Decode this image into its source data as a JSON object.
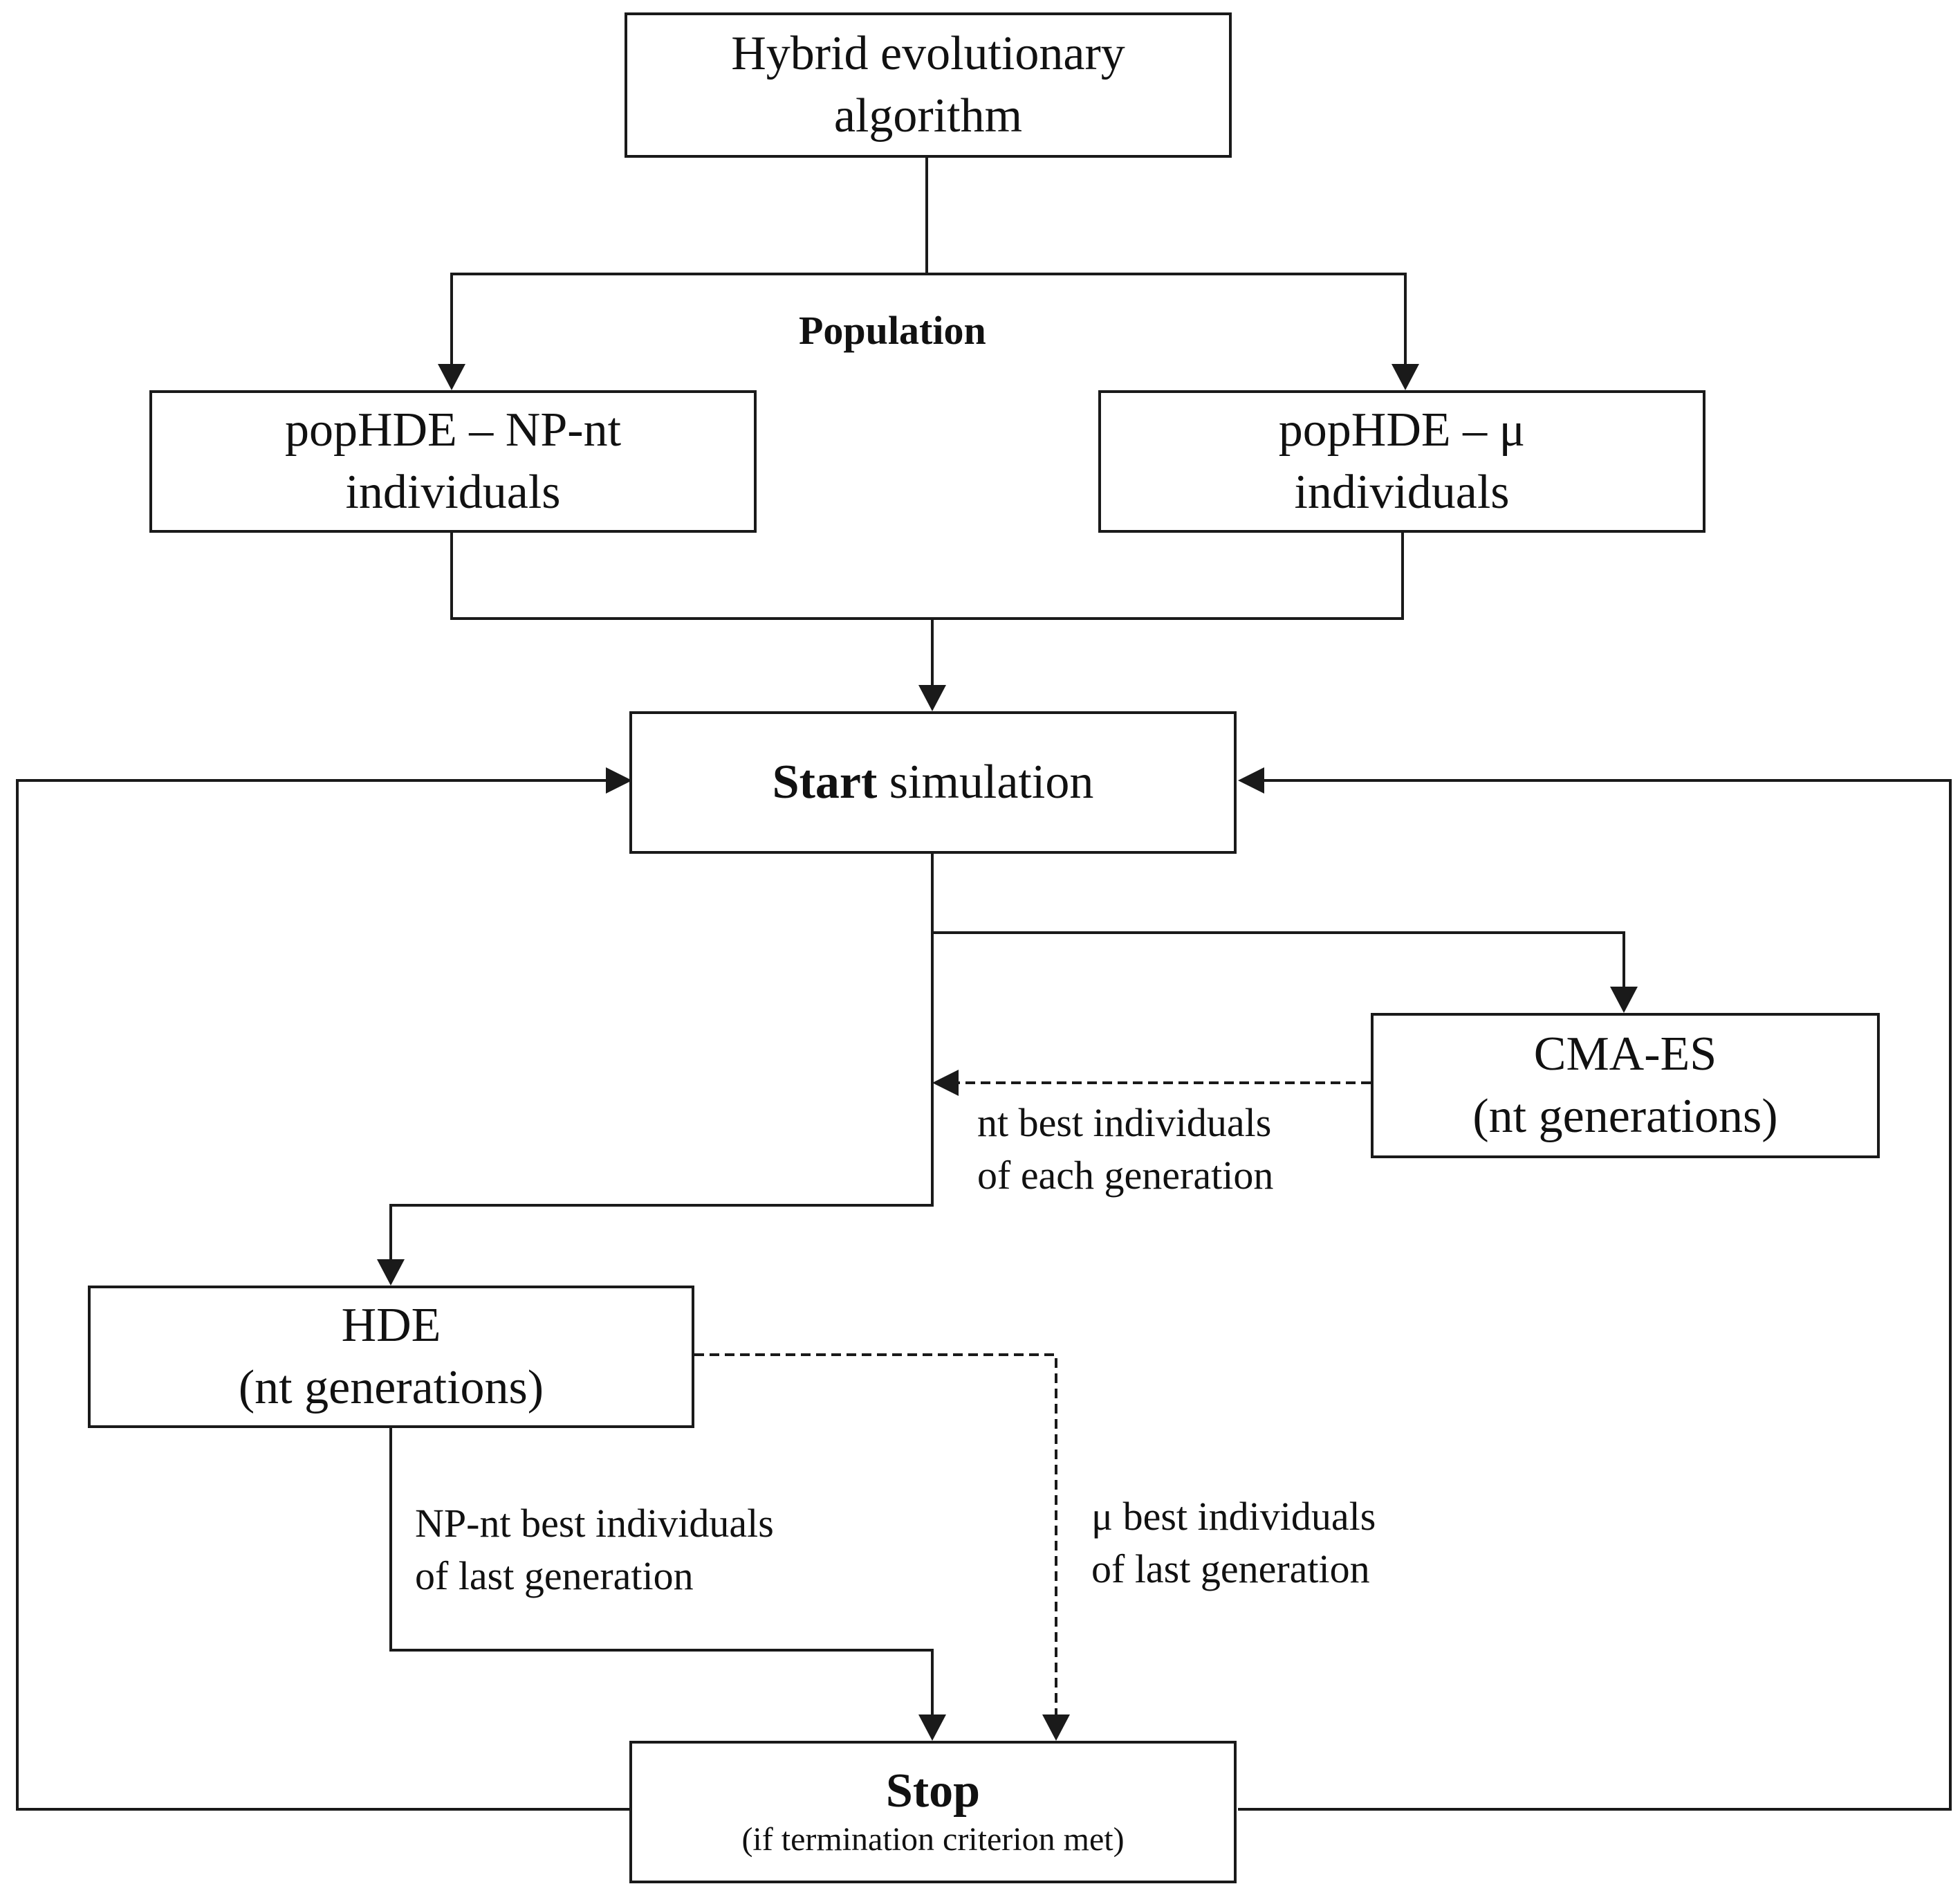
{
  "nodes": {
    "hybrid": {
      "line1": "Hybrid evolutionary",
      "line2": "algorithm"
    },
    "pop_np": {
      "line1": "popHDE – NP-nt",
      "line2": "individuals"
    },
    "pop_mu": {
      "line1": "popHDE – μ",
      "line2": "individuals"
    },
    "start": {
      "bold": "Start",
      "rest": " simulation"
    },
    "cmaes": {
      "line1": "CMA-ES",
      "line2": "(nt generations)"
    },
    "hde": {
      "line1": "HDE",
      "line2": "(nt generations)"
    },
    "stop": {
      "title": "Stop",
      "sub": "(if termination criterion met)"
    }
  },
  "labels": {
    "population": "Population",
    "cma_to_flow": {
      "line1": "nt best individuals",
      "line2": "of each generation"
    },
    "hde_to_stop": {
      "line1": "NP-nt best individuals",
      "line2": "of last generation"
    },
    "mu_to_stop": {
      "line1": "μ best individuals",
      "line2": "of last generation"
    }
  },
  "colors": {
    "line": "#1a1a1a",
    "background": "#ffffff"
  }
}
